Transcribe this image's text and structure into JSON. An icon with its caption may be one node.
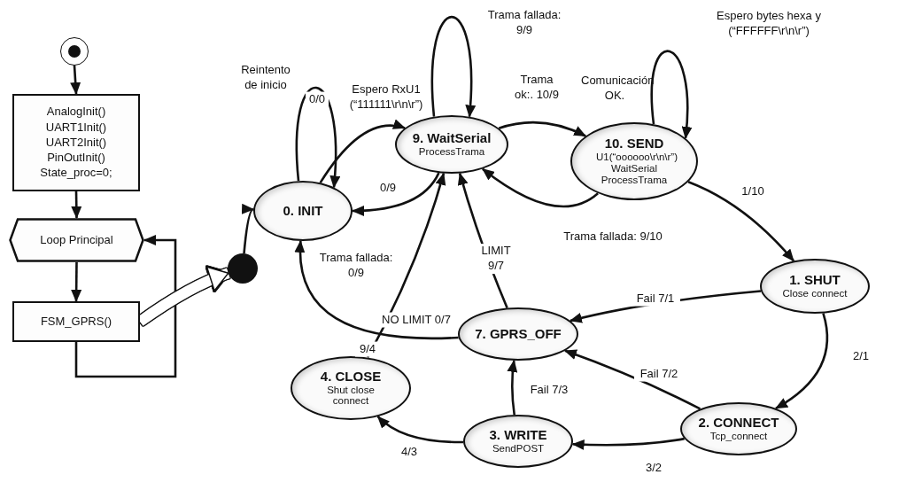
{
  "diagram": {
    "nodes": [
      {
        "text": [],
        "shape": "circle"
      },
      {
        "text": [
          "AnalogInit()",
          "UART1Init()",
          "UART2Init()",
          "PinOutInit()",
          "State_proc=0;"
        ]
      },
      {
        "text": [
          "Loop Principal"
        ]
      },
      {
        "text": [
          "FSM_GPRS()"
        ]
      },
      {
        "text": [],
        "shape": "circle"
      },
      {
        "text": [
          "0. INIT"
        ]
      },
      {
        "text": [
          "9. WaitSerial",
          "ProcessTrama"
        ]
      },
      {
        "text": [
          "10. SEND",
          "U1(“oooooo\\r\\n\\r”)",
          "WaitSerial",
          "ProcessTrama"
        ]
      },
      {
        "text": [
          "1. SHUT",
          "Close connect"
        ]
      },
      {
        "text": [
          "7. GPRS_OFF"
        ]
      },
      {
        "text": [
          "4. CLOSE",
          "Shut close connect"
        ]
      },
      {
        "text": [
          "3. WRITE",
          "SendPOST"
        ]
      },
      {
        "text": [
          "2. CONNECT",
          "Tcp_connect"
        ]
      }
    ],
    "edges": [
      {
        "from": 0,
        "to": 1,
        "arrow": "to"
      },
      {
        "from": 1,
        "to": 2,
        "arrow": "to"
      },
      {
        "from": 2,
        "to": 3,
        "arrow": "to"
      },
      {
        "from": 3,
        "to": 2,
        "arrow": "to"
      },
      {
        "from": 3,
        "to": 4,
        "arrow": "to",
        "style": "thick",
        "color": "#ffffff"
      },
      {
        "from": 4,
        "to": 5,
        "arrow": "to"
      },
      {
        "from": 5,
        "to": 5,
        "arrow": "to",
        "label": "0/0"
      },
      {
        "from": 5,
        "to": 6,
        "arrow": "to",
        "label": "Espero RxU1 (“111111\\r\\n\\r”)"
      },
      {
        "from": 6,
        "to": 5,
        "arrow": "to",
        "label": "0/9"
      },
      {
        "from": 6,
        "to": 6,
        "arrow": "to",
        "label": "Trama fallada: 9/9"
      },
      {
        "from": 6,
        "to": 7,
        "arrow": "to",
        "label": "Trama ok:. 10/9"
      },
      {
        "from": 7,
        "to": 7,
        "arrow": "to",
        "label": "Espero bytes hexa y (“FFFFFF\\r\\n\\r”)"
      },
      {
        "from": 7,
        "to": 6,
        "arrow": "to",
        "label": "Trama fallada: 9/10"
      },
      {
        "from": 7,
        "to": 8,
        "arrow": "to",
        "label": "1/10"
      },
      {
        "from": 8,
        "to": 9,
        "arrow": "to",
        "label": "Fail 7/1"
      },
      {
        "from": 8,
        "to": 12,
        "arrow": "to",
        "label": "2/1"
      },
      {
        "from": 12,
        "to": 9,
        "arrow": "to",
        "label": "Fail 7/2"
      },
      {
        "from": 12,
        "to": 11,
        "arrow": "to",
        "label": "3/2"
      },
      {
        "from": 11,
        "to": 9,
        "arrow": "to",
        "label": "Fail 7/3"
      },
      {
        "from": 11,
        "to": 10,
        "arrow": "to",
        "label": "4/3"
      },
      {
        "from": 10,
        "to": 6,
        "arrow": "to",
        "label": "9/4"
      },
      {
        "from": 9,
        "to": 6,
        "arrow": "to",
        "label": "LIMIT 9/7"
      },
      {
        "from": 9,
        "to": 5,
        "arrow": "to",
        "label": "NO LIMIT 0/7"
      }
    ],
    "labels": [
      "Reintento de inicio",
      "Comunicación OK.",
      "Trama fallada: 0/9"
    ]
  }
}
